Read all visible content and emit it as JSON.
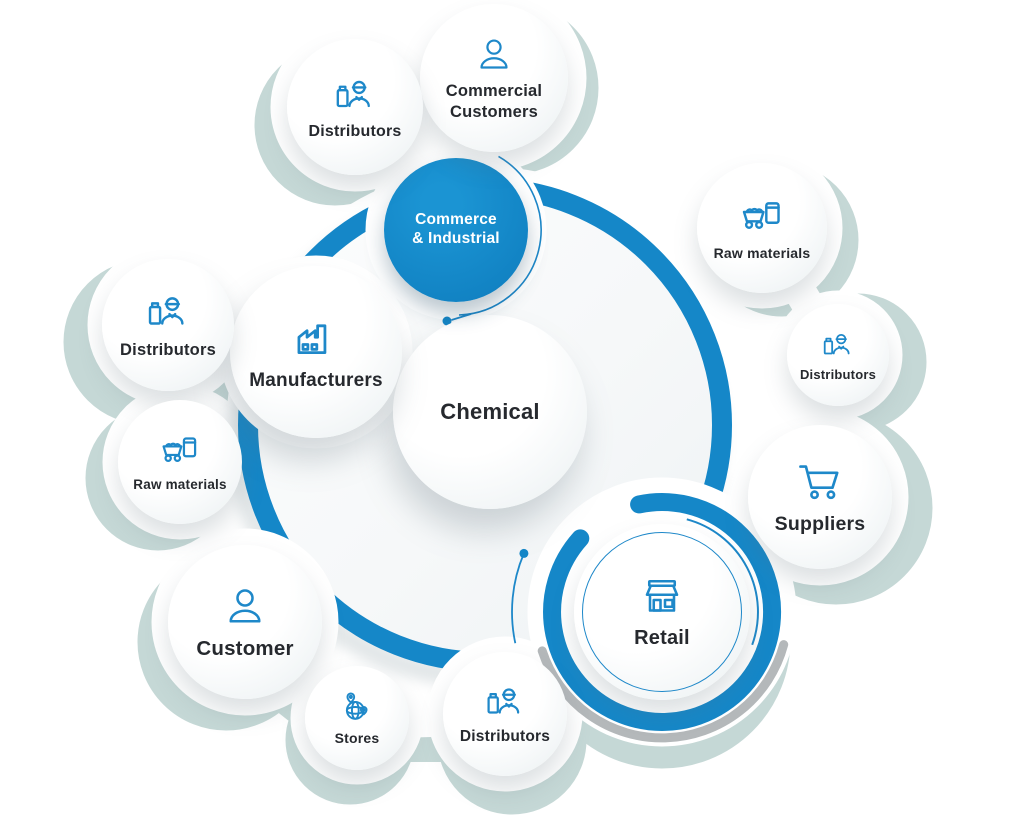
{
  "colors": {
    "accent_blue": "#1587c8",
    "icon_blue": "#1e88c9",
    "shadow_teal": "#c5d8d6",
    "arc_gray": "#b4b8ba",
    "label_dark": "#26292e",
    "node_white": "#ffffff"
  },
  "diagram": {
    "center_node": {
      "label": "Chemical",
      "icon": null
    },
    "nodes": {
      "commerce_industrial": {
        "lines": [
          "Commerce",
          "& Industrial"
        ],
        "icon": null
      },
      "manufacturers": {
        "label": "Manufacturers",
        "icon": "factory-icon"
      },
      "commercial_customers": {
        "lines": [
          "Commercial",
          "Customers"
        ],
        "icon": "person-icon"
      },
      "distributors_top": {
        "label": "Distributors",
        "icon": "distributor-worker-icon"
      },
      "distributors_left": {
        "label": "Distributors",
        "icon": "distributor-worker-icon"
      },
      "raw_materials_left": {
        "label": "Raw materials",
        "icon": "mine-cart-icon"
      },
      "raw_materials_right": {
        "label": "Raw materials",
        "icon": "mine-cart-icon"
      },
      "distributors_right": {
        "label": "Distributors",
        "icon": "distributor-worker-icon"
      },
      "suppliers": {
        "label": "Suppliers",
        "icon": "shopping-cart-icon"
      },
      "retail": {
        "label": "Retail",
        "icon": "storefront-icon"
      },
      "customer": {
        "label": "Customer",
        "icon": "person-icon"
      },
      "stores": {
        "label": "Stores",
        "icon": "globe-pins-icon"
      },
      "distributors_bottom": {
        "label": "Distributors",
        "icon": "distributor-worker-icon"
      }
    }
  }
}
